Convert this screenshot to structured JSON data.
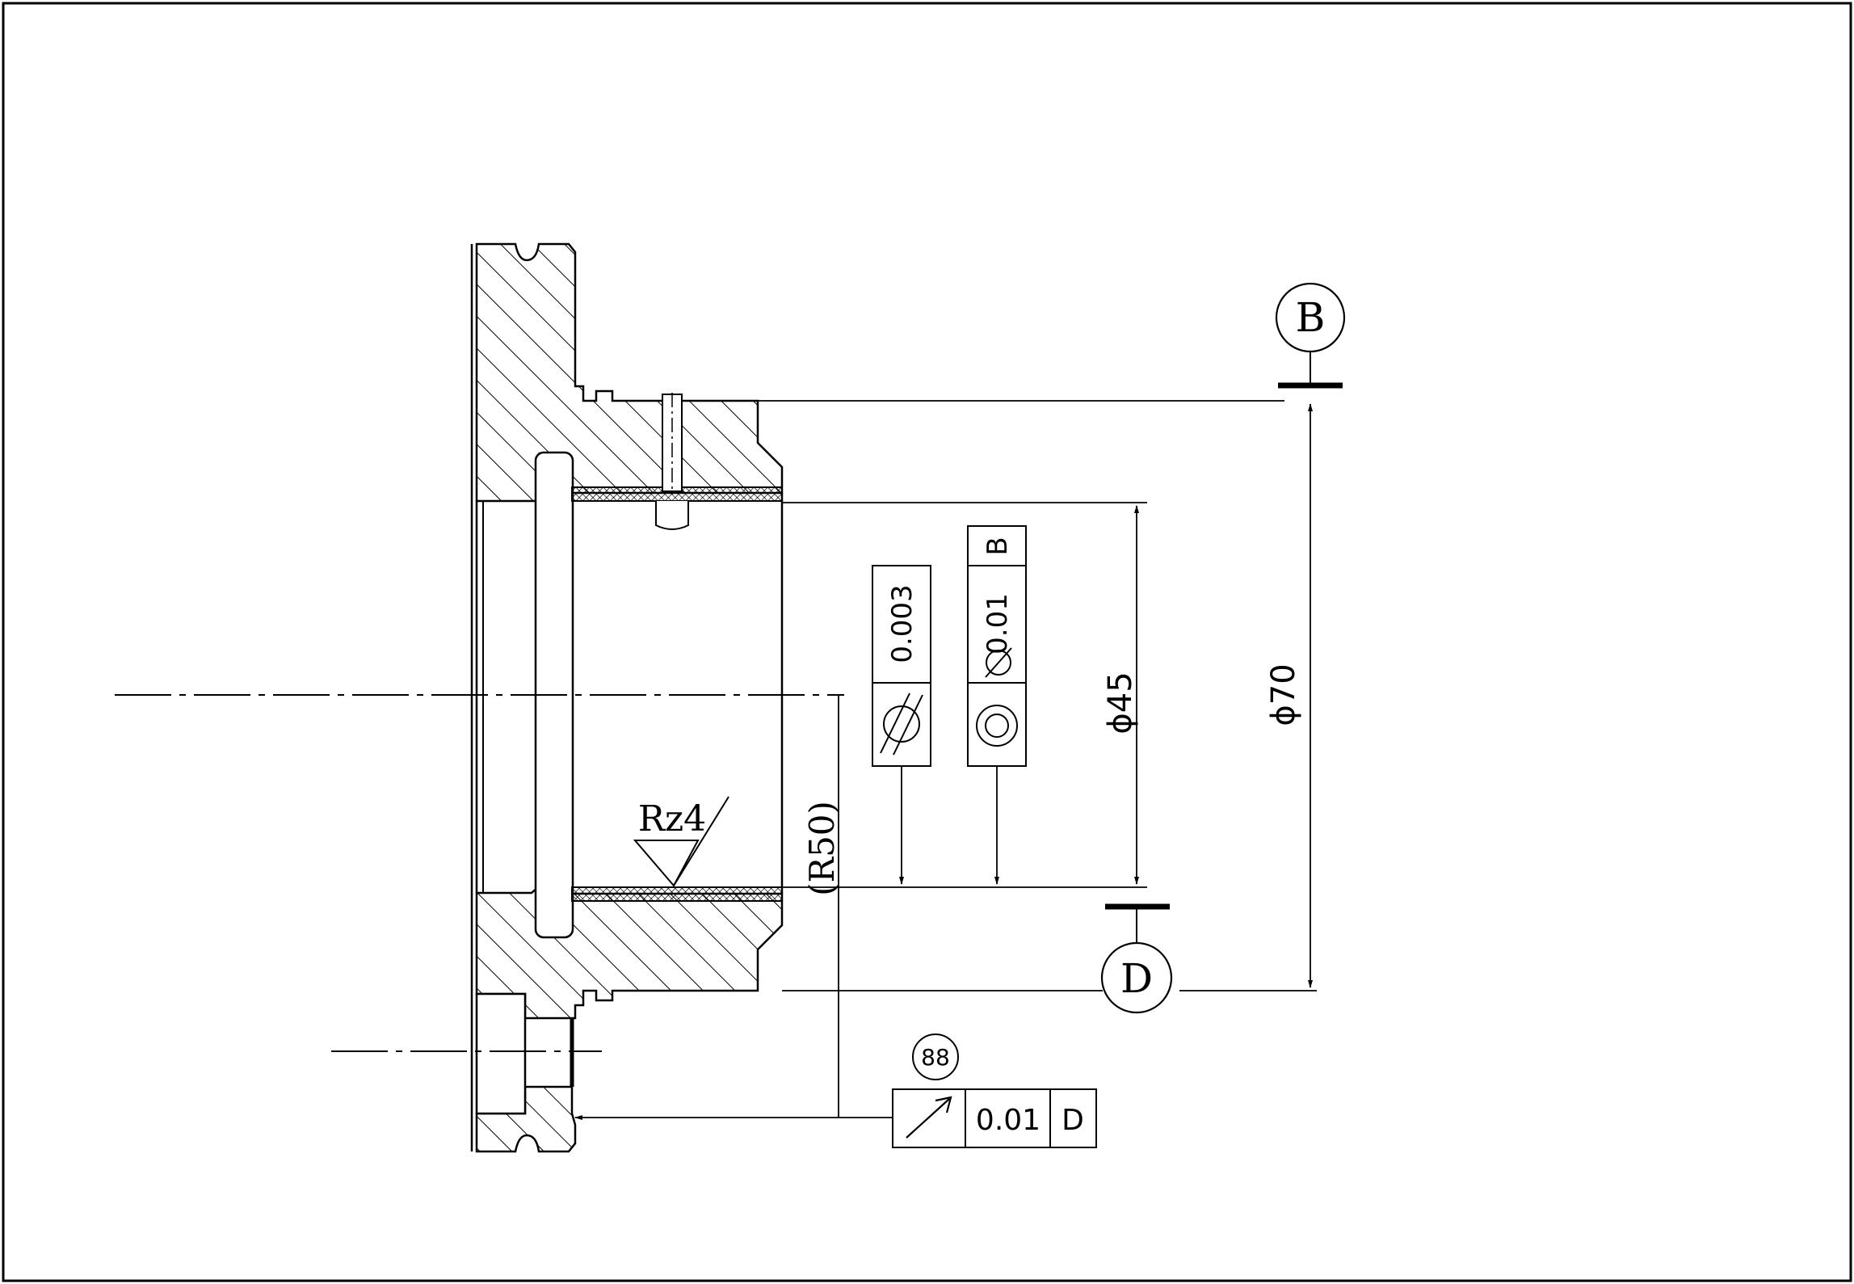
{
  "colors": {
    "ink": "#000000",
    "paper": "#ffffff"
  },
  "datums": {
    "top": "B",
    "bottom": "D"
  },
  "dimensions": {
    "inner_dia": "ϕ45",
    "outer_dia": "ϕ70",
    "radius_ref": "(R50)"
  },
  "surface_finish": {
    "value": "Rz4"
  },
  "fcf_cylindricity": {
    "symbol": "cylindricity-icon",
    "tolerance": "0.003"
  },
  "fcf_concentricity": {
    "symbol": "concentricity-icon",
    "tolerance": "0.01",
    "datum": "B"
  },
  "fcf_runout": {
    "symbol": "circular-runout-icon",
    "tolerance": "0.01",
    "datum": "D",
    "balloon": "88"
  }
}
